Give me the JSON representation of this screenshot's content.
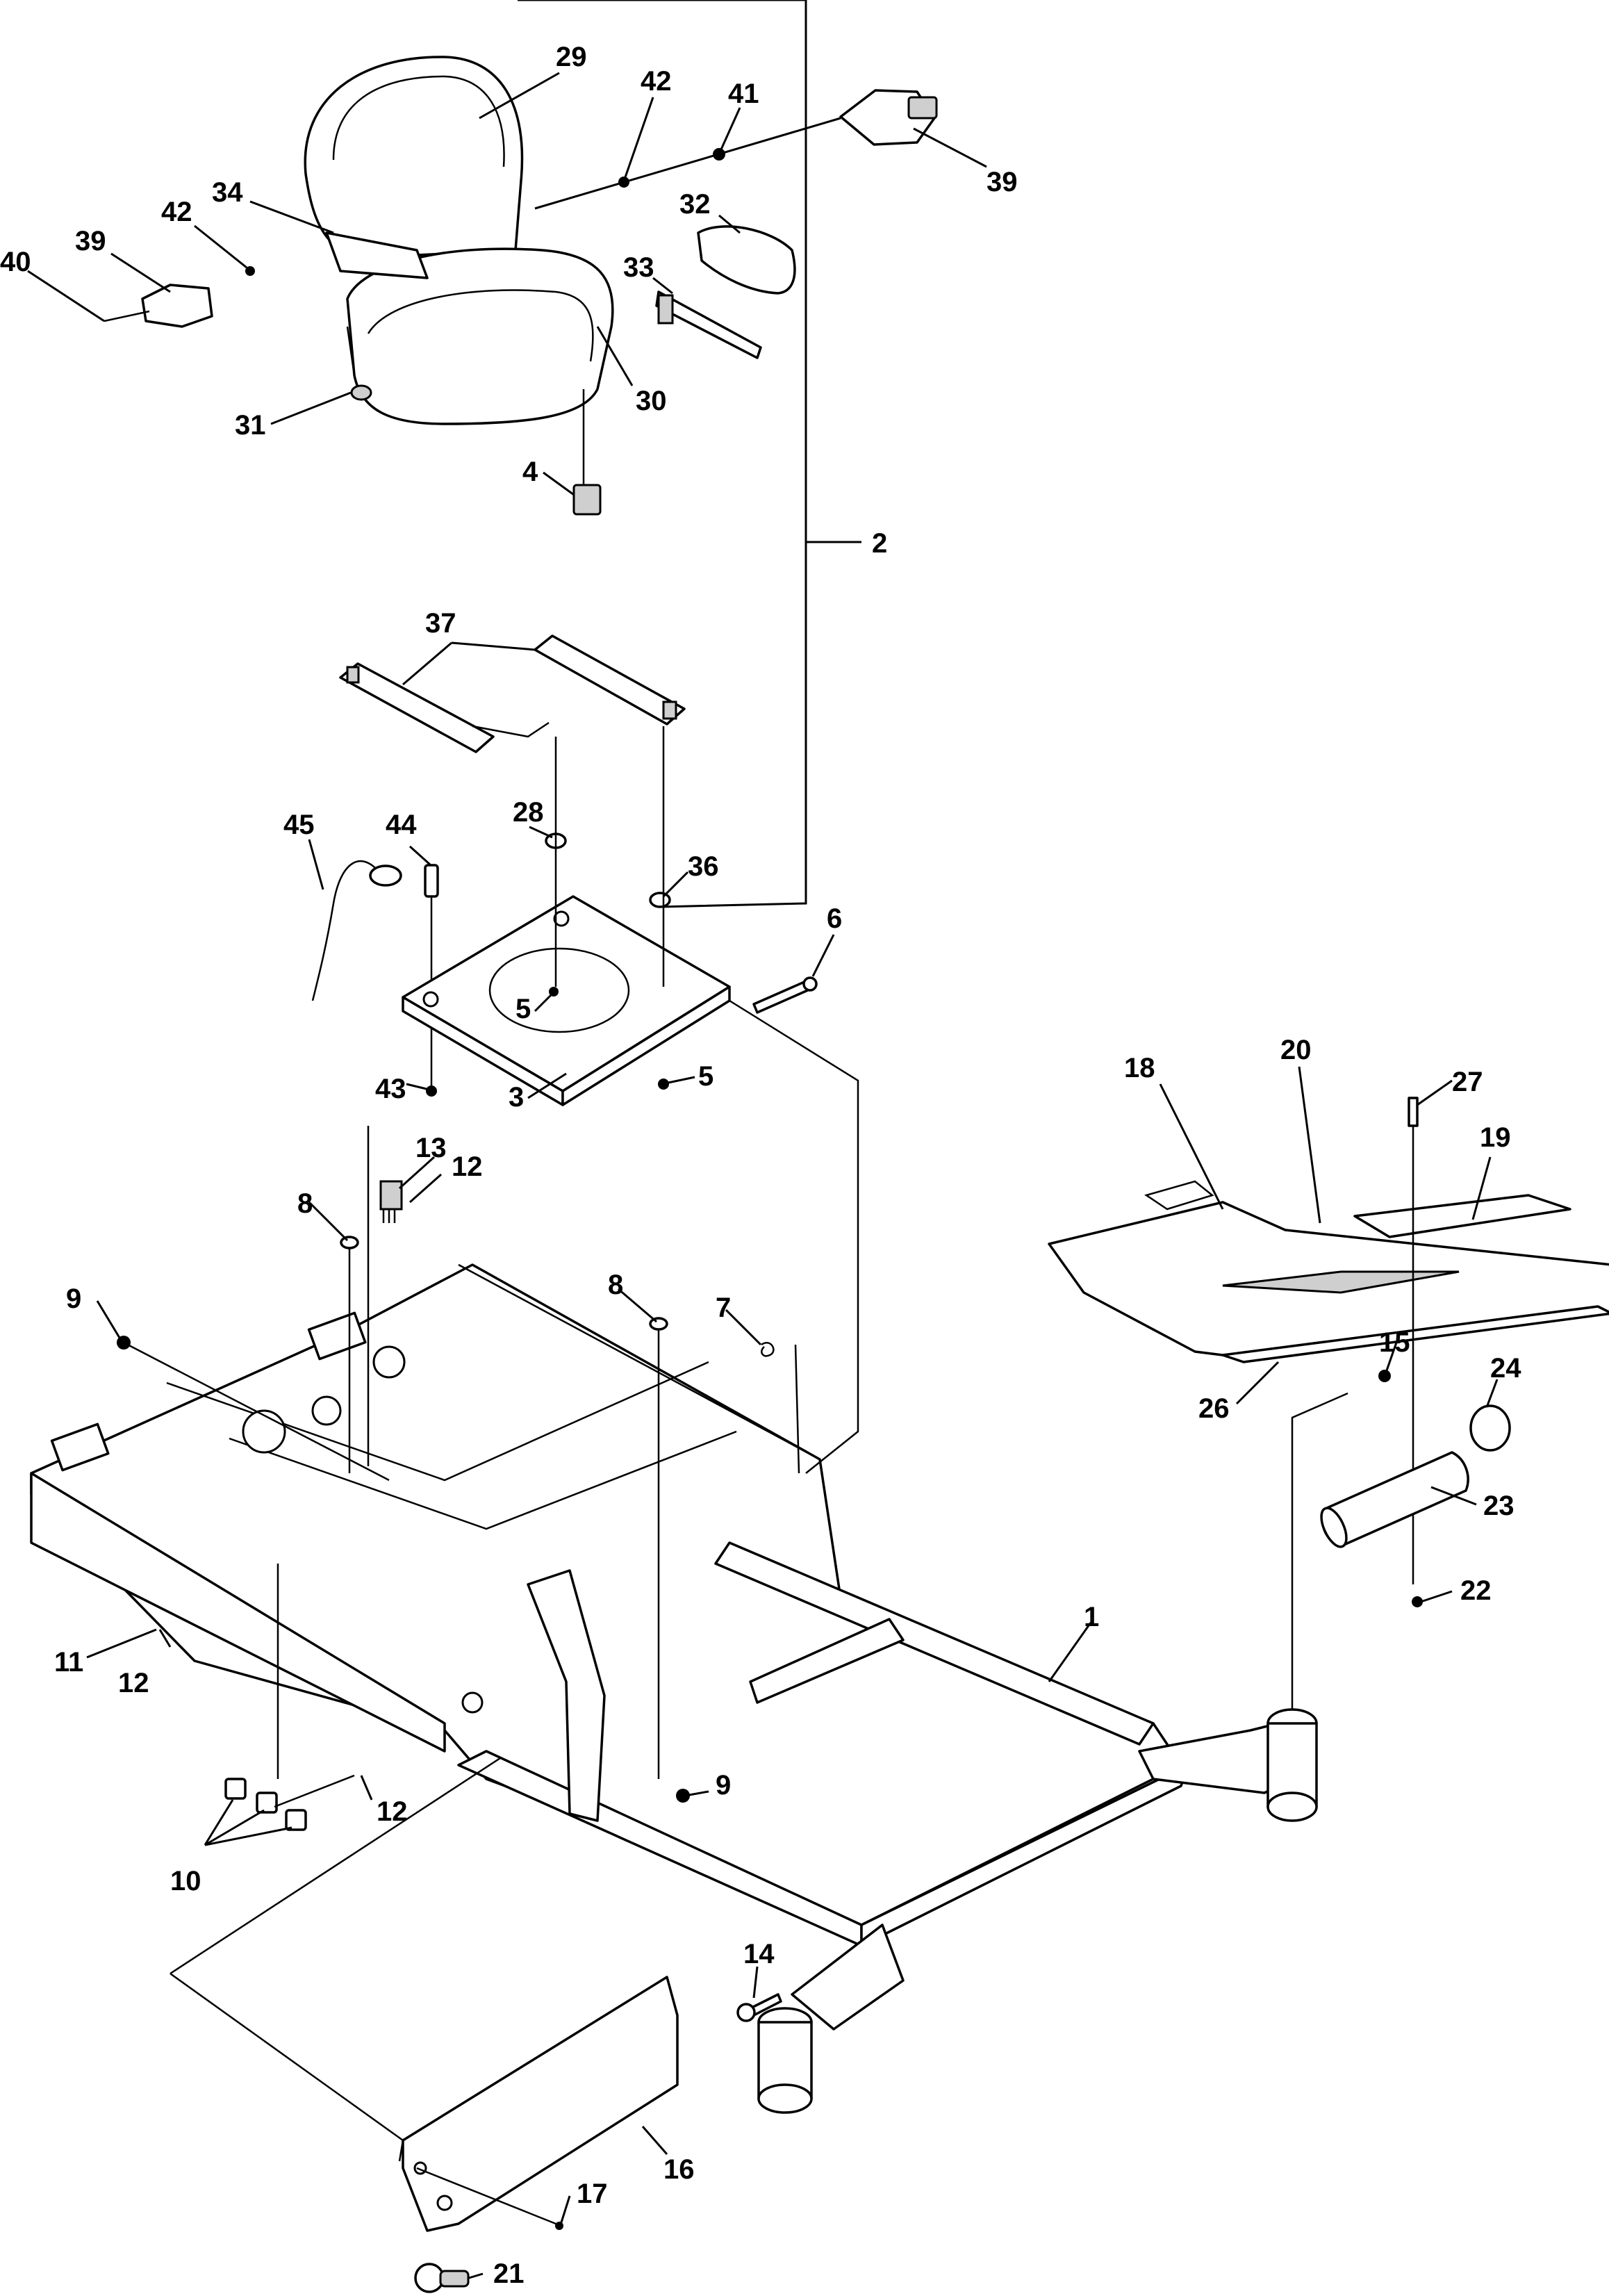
{
  "callouts": [
    {
      "id": "c29",
      "text": "29"
    },
    {
      "id": "c42a",
      "text": "42"
    },
    {
      "id": "c41",
      "text": "41"
    },
    {
      "id": "c39a",
      "text": "39"
    },
    {
      "id": "c34",
      "text": "34"
    },
    {
      "id": "c42b",
      "text": "42"
    },
    {
      "id": "c32",
      "text": "32"
    },
    {
      "id": "c40",
      "text": "40"
    },
    {
      "id": "c39b",
      "text": "39"
    },
    {
      "id": "c33",
      "text": "33"
    },
    {
      "id": "c30",
      "text": "30"
    },
    {
      "id": "c31",
      "text": "31"
    },
    {
      "id": "c4",
      "text": "4"
    },
    {
      "id": "c2",
      "text": "2"
    },
    {
      "id": "c37",
      "text": "37"
    },
    {
      "id": "c28",
      "text": "28"
    },
    {
      "id": "c45",
      "text": "45"
    },
    {
      "id": "c44",
      "text": "44"
    },
    {
      "id": "c36",
      "text": "36"
    },
    {
      "id": "c6",
      "text": "6"
    },
    {
      "id": "c5a",
      "text": "5"
    },
    {
      "id": "c43",
      "text": "43"
    },
    {
      "id": "c3",
      "text": "3"
    },
    {
      "id": "c5b",
      "text": "5"
    },
    {
      "id": "c18",
      "text": "18"
    },
    {
      "id": "c20",
      "text": "20"
    },
    {
      "id": "c27",
      "text": "27"
    },
    {
      "id": "c19",
      "text": "19"
    },
    {
      "id": "c13",
      "text": "13"
    },
    {
      "id": "c12a",
      "text": "12"
    },
    {
      "id": "c8a",
      "text": "8"
    },
    {
      "id": "c8b",
      "text": "8"
    },
    {
      "id": "c7",
      "text": "7"
    },
    {
      "id": "c9a",
      "text": "9"
    },
    {
      "id": "c15",
      "text": "15"
    },
    {
      "id": "c24",
      "text": "24"
    },
    {
      "id": "c26",
      "text": "26"
    },
    {
      "id": "c23",
      "text": "23"
    },
    {
      "id": "c22",
      "text": "22"
    },
    {
      "id": "c1",
      "text": "1"
    },
    {
      "id": "c11",
      "text": "11"
    },
    {
      "id": "c12b",
      "text": "12"
    },
    {
      "id": "c9b",
      "text": "9"
    },
    {
      "id": "c12c",
      "text": "12"
    },
    {
      "id": "c10",
      "text": "10"
    },
    {
      "id": "c14",
      "text": "14"
    },
    {
      "id": "c16",
      "text": "16"
    },
    {
      "id": "c17",
      "text": "17"
    },
    {
      "id": "c21",
      "text": "21"
    }
  ],
  "colors": {
    "line": "#000000",
    "background": "#ffffff",
    "shading": "#cfcfcf"
  }
}
